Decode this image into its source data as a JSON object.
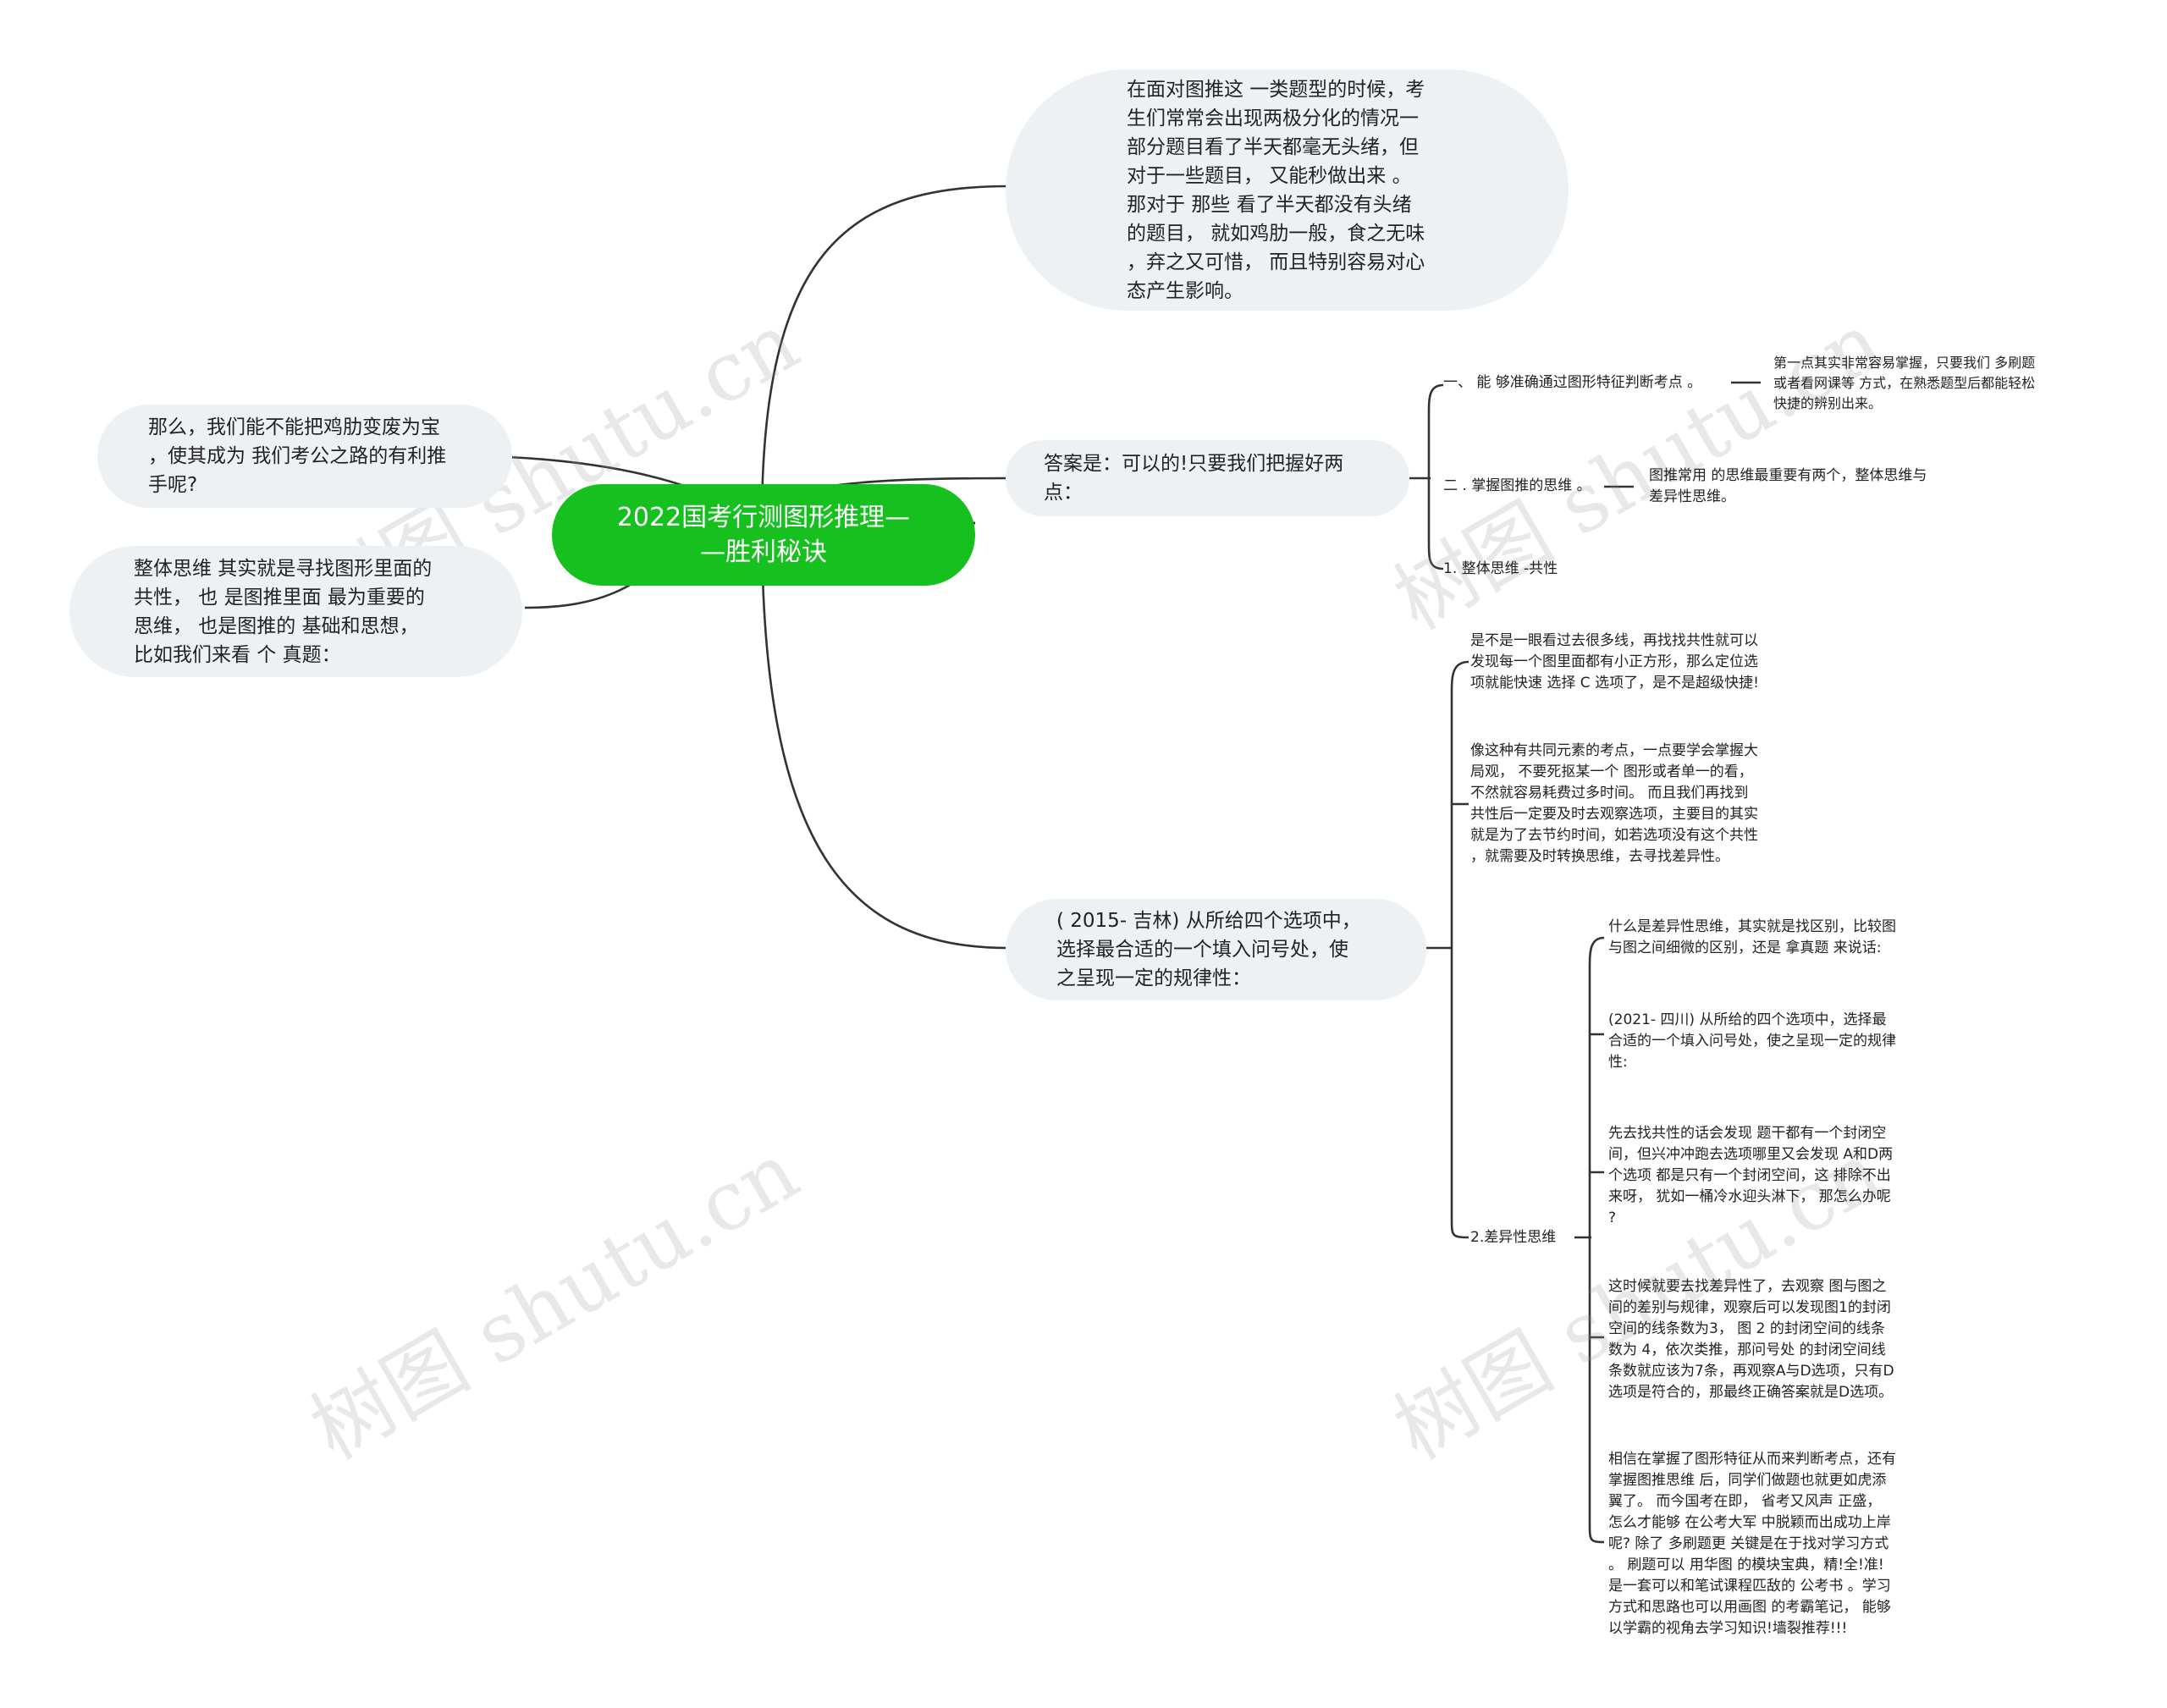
{
  "root": {
    "label": "2022国考行测图形推理—\n—胜利秘诀"
  },
  "left": [
    "那么，我们能不能把鸡肋变废为宝\n，使其成为 我们考公之路的有利推\n手呢?",
    "整体思维 其实就是寻找图形里面的\n共性， 也 是图推里面 最为重要的\n思维， 也是图推的 基础和思想，\n比如我们来看 个 真题："
  ],
  "top_note": "在面对图推这 一类题型的时候，考\n生们常常会出现两极分化的情况一\n部分题目看了半天都毫无头绪，但\n对于一些题目， 又能秒做出来 。\n那对于 那些 看了半天都没有头绪\n的题目， 就如鸡肋一般，食之无味\n，弃之又可惜， 而且特别容易对心\n态产生影响。",
  "answer": {
    "label": "答案是：可以的!只要我们把握好两\n点：",
    "point1": {
      "label": "一、 能 够准确通过图形特征判断考点 。",
      "detail": "第一点其实非常容易掌握，只要我们 多刷题\n或者看网课等 方式，在熟悉题型后都能轻松\n快捷的辨别出来。"
    },
    "point2": {
      "label": "二 . 掌握图推的思维 。",
      "detail": "图推常用 的思维最重要有两个，整体思维与\n差异性思维。"
    },
    "point3": {
      "label": "1. 整体思维 -共性"
    }
  },
  "question": {
    "label": "( 2015- 吉林) 从所给四个选项中，\n选择最合适的一个填入问号处，使\n之呈现一定的规律性：",
    "notes": [
      "是不是一眼看过去很多线，再找找共性就可以\n发现每一个图里面都有小正方形，那么定位选\n项就能快速 选择 C 选项了，是不是超级快捷!",
      "像这种有共同元素的考点，一点要学会掌握大\n局观， 不要死抠某一个 图形或者单一的看，\n不然就容易耗费过多时间。 而且我们再找到\n共性后一定要及时去观察选项，主要目的其实\n就是为了去节约时间，如若选项没有这个共性\n，就需要及时转换思维，去寻找差异性。"
    ],
    "diff": {
      "label": "2.差异性思维",
      "items": [
        "什么是差异性思维，其实就是找区别，比较图\n与图之间细微的区别，还是 拿真题 来说话:",
        "(2021- 四川) 从所给的四个选项中，选择最\n合适的一个填入问号处，使之呈现一定的规律\n性:",
        "先去找共性的话会发现 题干都有一个封闭空\n间，但兴冲冲跑去选项哪里又会发现 A和D两\n个选项 都是只有一个封闭空间，这 排除不出\n来呀， 犹如一桶冷水迎头淋下， 那怎么办呢\n?",
        "这时候就要去找差异性了，去观察 图与图之\n间的差别与规律，观察后可以发现图1的封闭\n空间的线条数为3， 图 2 的封闭空间的线条\n数为 4，依次类推，那问号处 的封闭空间线\n条数就应该为7条，再观察A与D选项，只有D\n选项是符合的，那最终正确答案就是D选项。",
        "相信在掌握了图形特征从而来判断考点，还有\n 掌握图推思维 后，同学们做题也就更如虎添\n翼了。 而今国考在即， 省考又风声 正盛，\n怎么才能够 在公考大军 中脱颖而出成功上岸\n呢? 除了 多刷题更 关键是在于找对学习方式\n。 刷题可以 用华图 的模块宝典，精!全!准!\n是一套可以和笔试课程匹敌的 公考书 。学习\n方式和思路也可以用画图 的考霸笔记， 能够\n以学霸的视角去学习知识!墙裂推荐!!!"
      ]
    }
  },
  "watermark": "树图 shutu.cn",
  "colors": {
    "root": "#16c11f",
    "bubble": "#eef1f4",
    "line": "#333333"
  }
}
